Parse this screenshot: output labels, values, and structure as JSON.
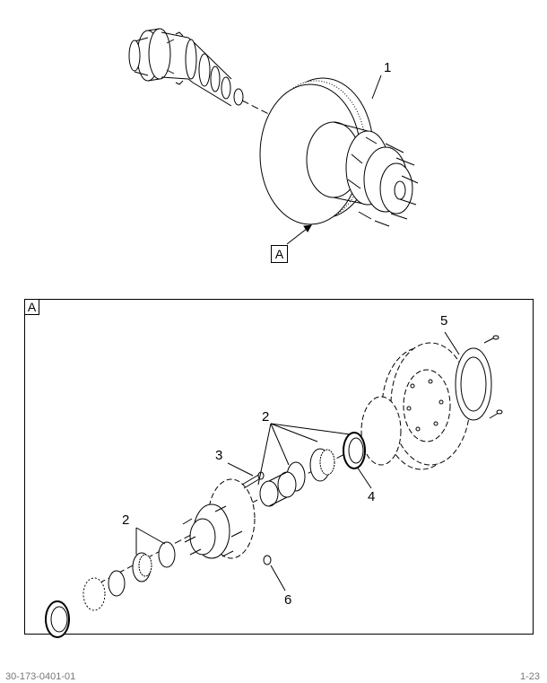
{
  "overview": {
    "callout_1": "1",
    "view_ref": "A"
  },
  "detail": {
    "frame_label": "A",
    "callouts": {
      "c2_top": "2",
      "c2_left": "2",
      "c3": "3",
      "c4": "4",
      "c5": "5",
      "c6": "6"
    }
  },
  "footer": {
    "left": "30-173-0401-01",
    "right": "1-23"
  }
}
